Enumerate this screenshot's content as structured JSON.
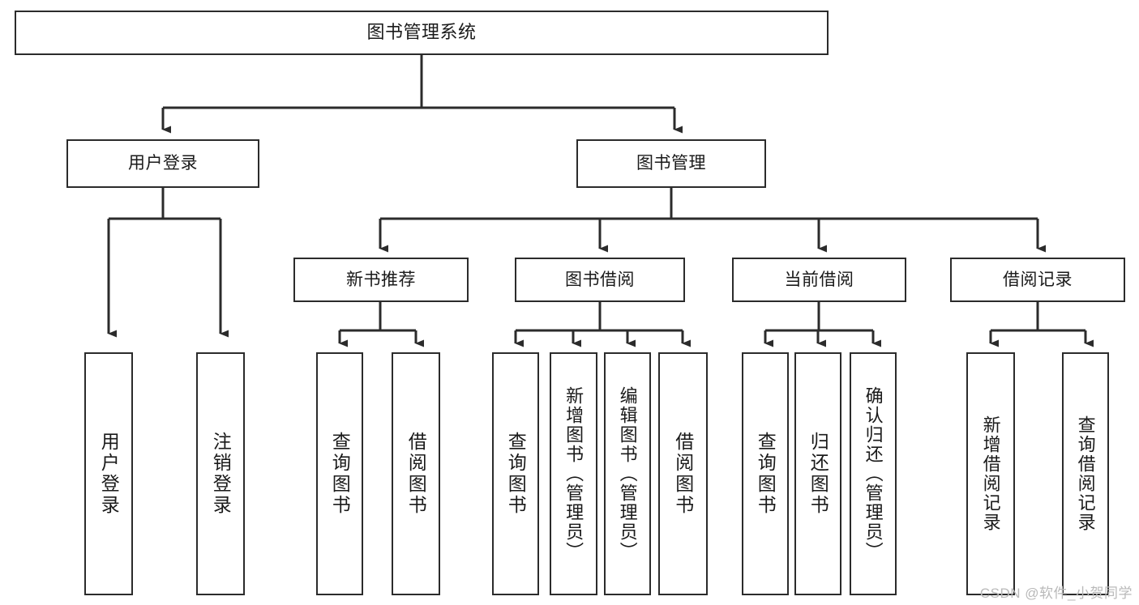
{
  "diagram": {
    "title": "图书管理系统",
    "type": "tree",
    "stroke_color": "#2b2b2b",
    "fill_color": "#ffffff",
    "text_color": "#1a1a1a",
    "root": {
      "id": "root",
      "label": "图书管理系统"
    },
    "level2": [
      {
        "id": "user-login",
        "label": "用户登录"
      },
      {
        "id": "book-manage",
        "label": "图书管理"
      }
    ],
    "level3": [
      {
        "id": "new-book-recommend",
        "label": "新书推荐",
        "parent": "book-manage"
      },
      {
        "id": "book-borrow",
        "label": "图书借阅",
        "parent": "book-manage"
      },
      {
        "id": "current-borrow",
        "label": "当前借阅",
        "parent": "book-manage"
      },
      {
        "id": "borrow-record",
        "label": "借阅记录",
        "parent": "book-manage"
      }
    ],
    "leaves": {
      "user_login": [
        {
          "id": "leaf-user-login",
          "label": "用户登录"
        },
        {
          "id": "leaf-logout",
          "label": "注销登录"
        }
      ],
      "new_book_recommend": [
        {
          "id": "leaf-query-book-1",
          "label": "查询图书"
        },
        {
          "id": "leaf-borrow-book-1",
          "label": "借阅图书"
        }
      ],
      "book_borrow": [
        {
          "id": "leaf-query-book-2",
          "label": "查询图书"
        },
        {
          "id": "leaf-add-book",
          "label": "新增图书（管理员）"
        },
        {
          "id": "leaf-edit-book",
          "label": "编辑图书（管理员）"
        },
        {
          "id": "leaf-borrow-book-2",
          "label": "借阅图书"
        }
      ],
      "current_borrow": [
        {
          "id": "leaf-query-book-3",
          "label": "查询图书"
        },
        {
          "id": "leaf-return-book",
          "label": "归还图书"
        },
        {
          "id": "leaf-confirm-return",
          "label": "确认归还（管理员）"
        }
      ],
      "borrow_record": [
        {
          "id": "leaf-add-record",
          "label": "新增借阅记录"
        },
        {
          "id": "leaf-query-record",
          "label": "查询借阅记录"
        }
      ]
    }
  },
  "watermark": {
    "text": "CSDN @软件_小贺同学"
  }
}
